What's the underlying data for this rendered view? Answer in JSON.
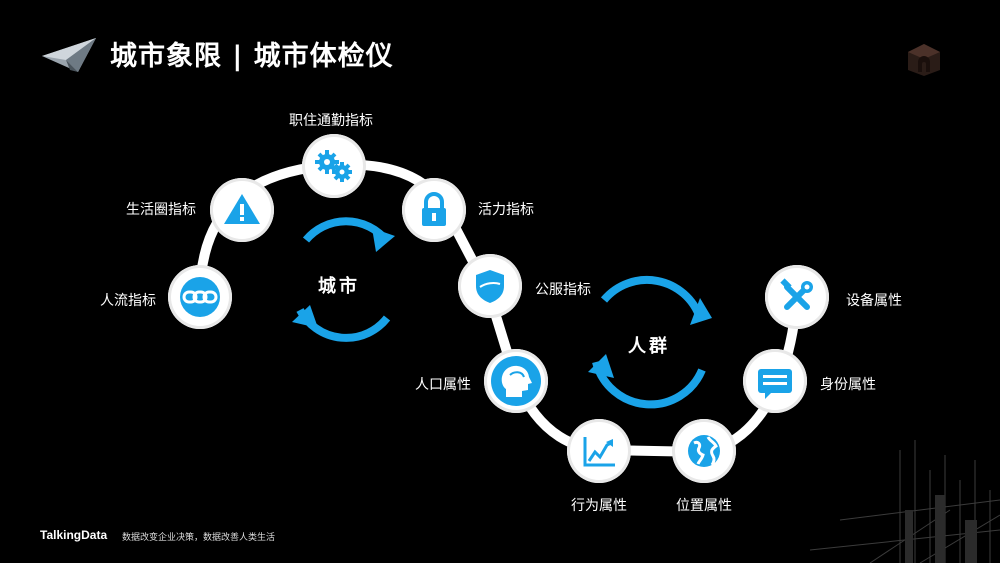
{
  "header": {
    "title": "城市象限 | 城市体检仪"
  },
  "hubs": {
    "city": "城市",
    "crowd": "人群"
  },
  "nodes": [
    {
      "key": "crowd-flow",
      "label": "人流指标",
      "icon": "chain-link-icon"
    },
    {
      "key": "life-circle",
      "label": "生活圈指标",
      "icon": "warning-icon"
    },
    {
      "key": "commute",
      "label": "职住通勤指标",
      "icon": "gears-icon"
    },
    {
      "key": "vitality",
      "label": "活力指标",
      "icon": "lock-icon"
    },
    {
      "key": "public-service",
      "label": "公服指标",
      "icon": "shield-icon"
    },
    {
      "key": "population",
      "label": "人口属性",
      "icon": "head-profile-icon"
    },
    {
      "key": "behavior",
      "label": "行为属性",
      "icon": "trend-chart-icon"
    },
    {
      "key": "location",
      "label": "位置属性",
      "icon": "globe-icon"
    },
    {
      "key": "identity",
      "label": "身份属性",
      "icon": "id-card-icon"
    },
    {
      "key": "device",
      "label": "设备属性",
      "icon": "tools-icon"
    }
  ],
  "footer": {
    "brand": "TalkingData",
    "slogan": "数据改变企业决策，数据改善人类生活"
  },
  "colors": {
    "accent": "#1aa3e8",
    "background": "#000000",
    "track": "#ffffff"
  }
}
